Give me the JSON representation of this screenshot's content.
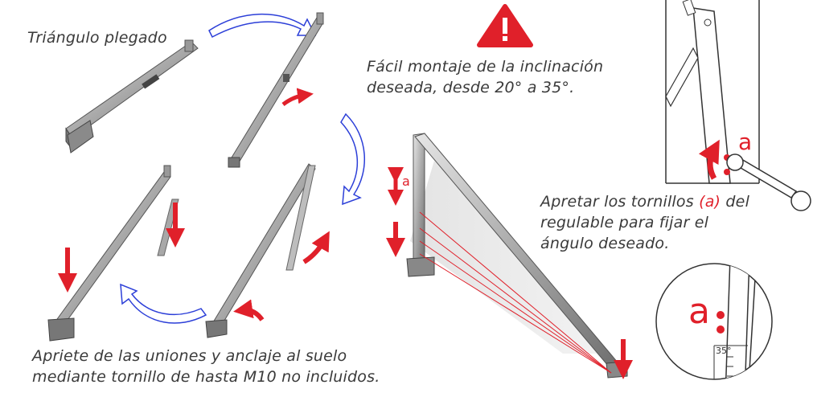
{
  "colors": {
    "arrow_red": "#e0202a",
    "flow_blue": "#2c3fd8",
    "metal": "#9a9a9a",
    "text": "#3a3a3a"
  },
  "labels": {
    "folded": "Triángulo plegado",
    "inclination_line1": "Fácil montaje de la inclinación",
    "inclination_line2": "deseada, desde 20° a 35°.",
    "tighten_pre": "Apretar los tornillos",
    "tighten_a": "(a)",
    "tighten_post": "del",
    "tighten_line2": "regulable para fijar el",
    "tighten_line3": "ángulo deseado.",
    "anchor_line1": "Apriete de las uniones y anclaje al suelo",
    "anchor_line2": "mediante tornillo de hasta M10 no incluidos.",
    "bolt_label_top": "a",
    "bolt_label_zoom": "a",
    "height_label": "a",
    "angle_label": "35°"
  },
  "icons": {
    "warning": "warning-triangle-icon",
    "wrench": "wrench-icon"
  }
}
